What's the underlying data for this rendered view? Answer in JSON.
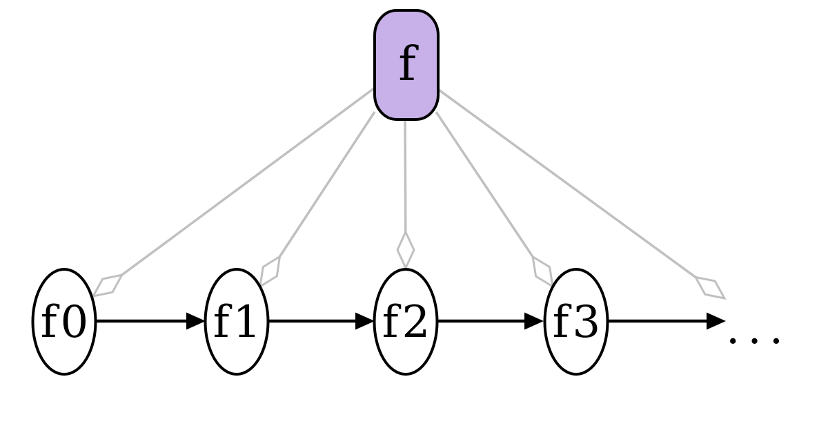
{
  "diagram": {
    "description": "function-iteration-graph",
    "background": "#ffffff",
    "colors": {
      "containment_edge": "#c0c0c0",
      "sequence_edge": "#000000",
      "node_border": "#000000",
      "function_node_fill": "#c8b0e8",
      "state_node_fill": "#ffffff"
    },
    "function_node": {
      "label": "f"
    },
    "state_nodes": [
      {
        "label": "f0"
      },
      {
        "label": "f1"
      },
      {
        "label": "f2"
      },
      {
        "label": "f3"
      }
    ],
    "ellipsis": {
      "label": "..."
    }
  }
}
